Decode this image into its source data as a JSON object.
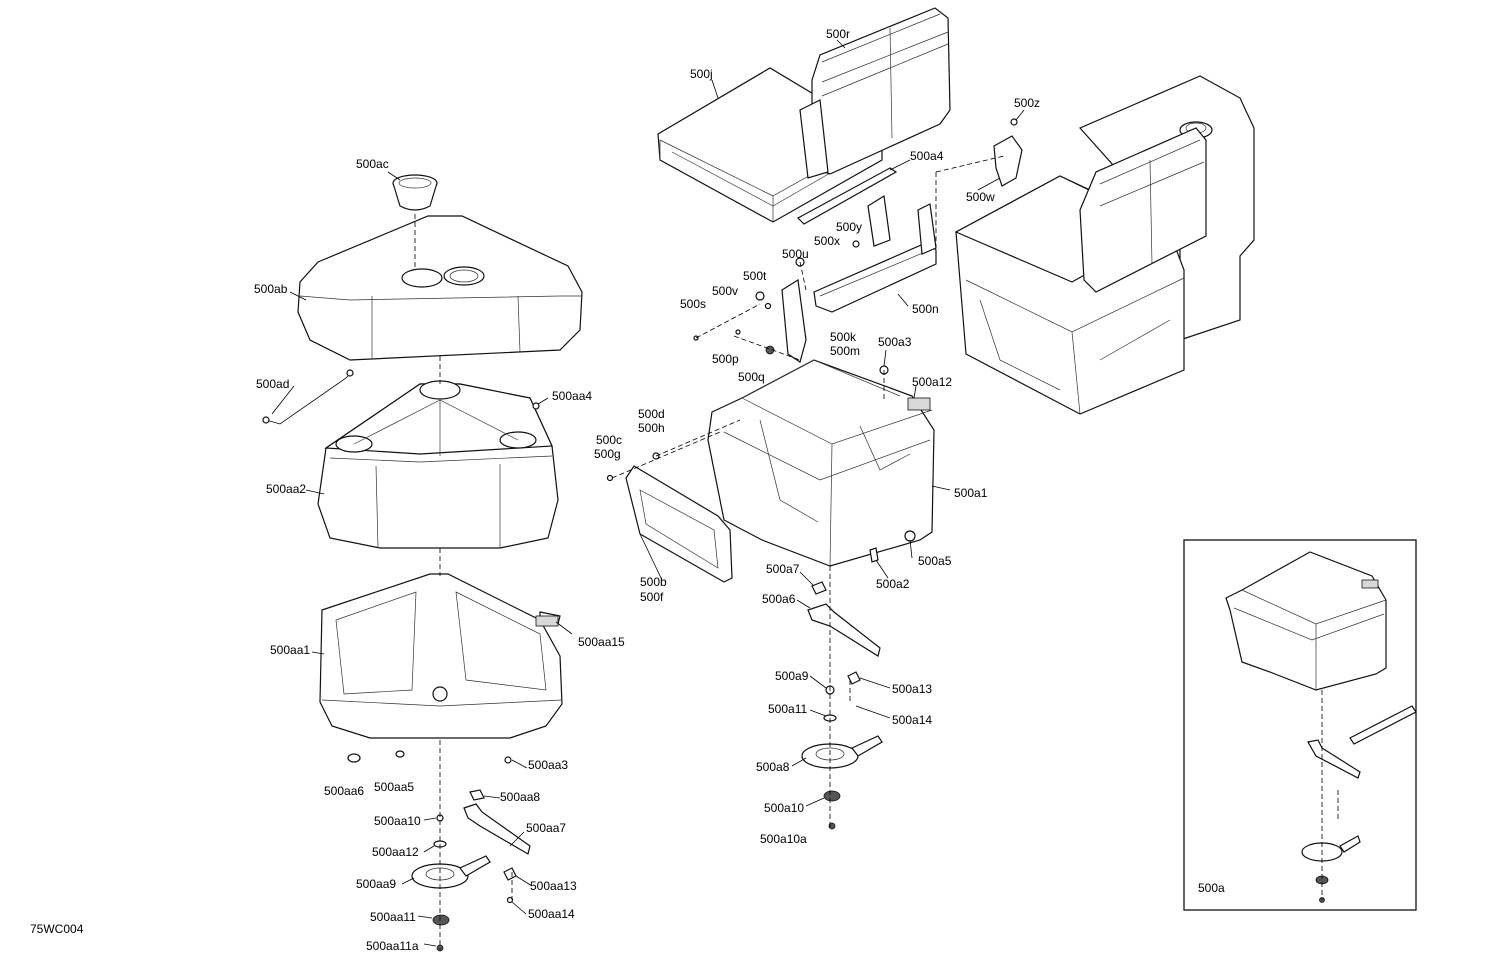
{
  "diagram_id": "75WC004",
  "inset_label": "500a",
  "labels": {
    "l500r": "500r",
    "l500j": "500j",
    "l500z": "500z",
    "l500a4": "500a4",
    "l500w": "500w",
    "l500ac": "500ac",
    "l500y": "500y",
    "l500x": "500x",
    "l500u": "500u",
    "l500t": "500t",
    "l500v": "500v",
    "l500s": "500s",
    "l500n": "500n",
    "l500ab": "500ab",
    "l500k": "500k",
    "l500m": "500m",
    "l500p": "500p",
    "l500a3": "500a3",
    "l500q": "500q",
    "l500ad": "500ad",
    "l500aa4": "500aa4",
    "l500a12": "500a12",
    "l500d": "500d",
    "l500h": "500h",
    "l500c": "500c",
    "l500g": "500g",
    "l500aa2": "500aa2",
    "l500a1": "500a1",
    "l500a5": "500a5",
    "l500a2": "500a2",
    "l500b": "500b",
    "l500f": "500f",
    "l500a7": "500a7",
    "l500a6": "500a6",
    "l500aa15": "500aa15",
    "l500aa1": "500aa1",
    "l500a9": "500a9",
    "l500a13": "500a13",
    "l500a11": "500a11",
    "l500a14": "500a14",
    "l500a8": "500a8",
    "l500aa3": "500aa3",
    "l500aa6": "500aa6",
    "l500aa5": "500aa5",
    "l500aa8": "500aa8",
    "l500a10": "500a10",
    "l500aa10": "500aa10",
    "l500aa7": "500aa7",
    "l500a10a": "500a10a",
    "l500aa12": "500aa12",
    "l500aa9": "500aa9",
    "l500aa13": "500aa13",
    "l500aa11": "500aa11",
    "l500aa14": "500aa14",
    "l500aa11a": "500aa11a"
  }
}
